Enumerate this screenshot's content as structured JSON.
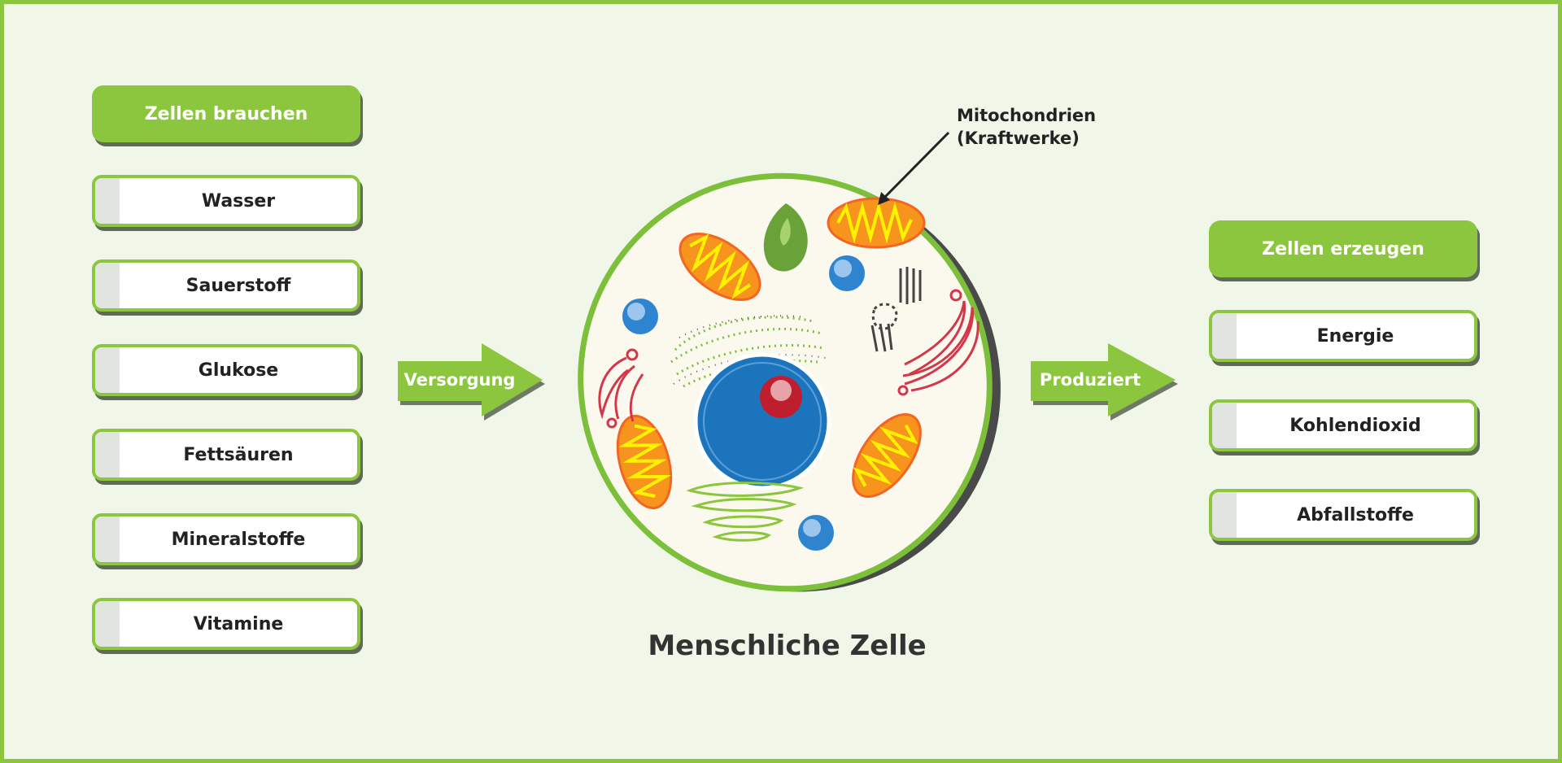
{
  "needs": {
    "title": "Zellen brauchen",
    "items": [
      "Wasser",
      "Sauerstoff",
      "Glukose",
      "Fettsäuren",
      "Mineralstoffe",
      "Vitamine"
    ]
  },
  "produces": {
    "title": "Zellen erzeugen",
    "items": [
      "Energie",
      "Kohlendioxid",
      "Abfallstoffe"
    ]
  },
  "arrows": {
    "supply": "Versorgung",
    "produce": "Produziert"
  },
  "cell": {
    "caption": "Menschliche Zelle",
    "callout_line1": "Mitochondrien",
    "callout_line2": "(Kraftwerke)"
  },
  "colors": {
    "accent": "#8cc63f",
    "mitochondria": "#f7941d",
    "nucleus": "#1c75bc",
    "nucleolus": "#be1e2d",
    "vesicle": "#2e84cf",
    "chloroplast_like": "#6aa23a",
    "er_red": "#d2374a"
  }
}
